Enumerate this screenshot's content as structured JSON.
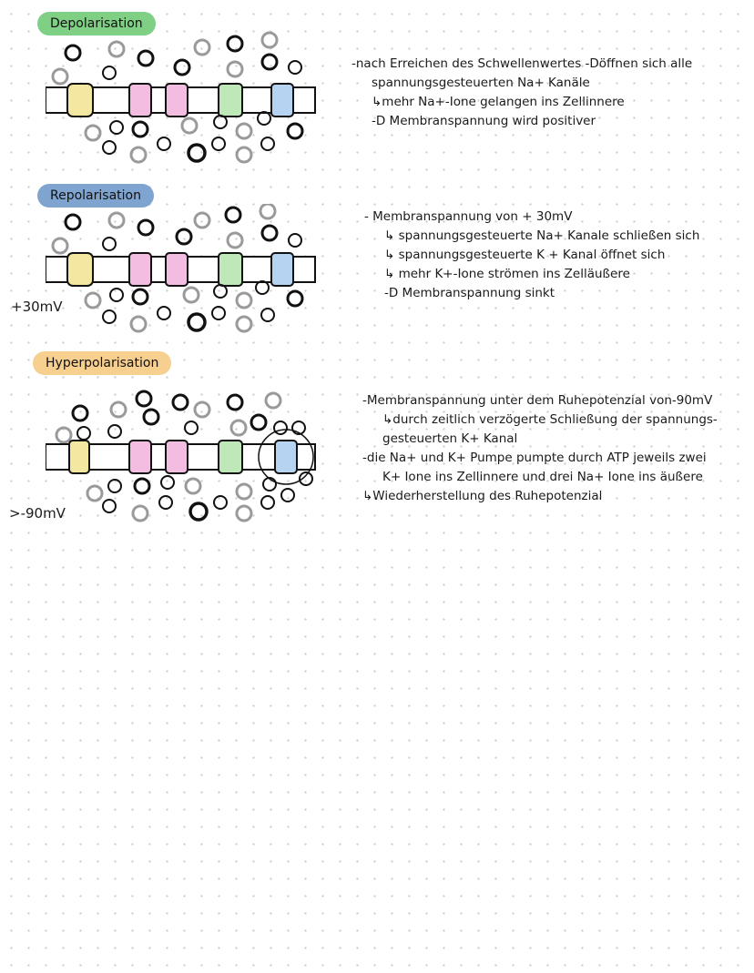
{
  "colors": {
    "depolarisation": "#7fcf84",
    "repolarisation": "#7ea4cf",
    "hyperpolarisation": "#f7cf8e",
    "channel_yellow": "#f4e7a1",
    "channel_pink": "#f2bde0",
    "channel_green": "#bfe8b8",
    "channel_blue": "#b7d3f2",
    "ion_black": "#111111",
    "ion_grey": "#9a9a9a"
  },
  "sections": [
    {
      "title": "Depolarisation",
      "voltage": "",
      "notes": [
        {
          "text": "-nach Erreichen des Schwellenwertes -Döffnen sich alle",
          "indent": false
        },
        {
          "text": "spannungsgesteuerten Na+ Kanäle",
          "indent": true
        },
        {
          "text": "↳mehr Na+-Ione gelangen ins Zellinnere",
          "indent": true
        },
        {
          "text": "-D Membranspannung wird positiver",
          "indent": true
        }
      ]
    },
    {
      "title": "Repolarisation",
      "voltage": "+30mV",
      "notes": [
        {
          "text": "- Membranspannung von + 30mV",
          "indent": false
        },
        {
          "text": "↳ spannungsgesteuerte Na+ Kanale schließen sich",
          "indent": true
        },
        {
          "text": "↳ spannungsgesteuerte K + Kanal öffnet sich",
          "indent": true
        },
        {
          "text": "↳ mehr K+-Ione strömen ins Zelläußere",
          "indent": true
        },
        {
          "text": "-D Membranspannung sinkt",
          "indent": true
        }
      ]
    },
    {
      "title": "Hyperpolarisation",
      "voltage": ">-90mV",
      "notes": [
        {
          "text": "-Membranspannung unter dem Ruhepotenzial von-90mV",
          "indent": false
        },
        {
          "text": "↳durch zeitlich verzögerte Schließung der spannungs-",
          "indent": true
        },
        {
          "text": "gesteuerten K+ Kanal",
          "indent": true
        },
        {
          "text": "-die Na+ und K+ Pumpe pumpte durch ATP jeweils zwei",
          "indent": false
        },
        {
          "text": "K+ Ione ins Zellinnere und drei Na+ Ione ins äußere",
          "indent": true
        },
        {
          "text": "↳Wiederherstellung des Ruhepotenzial",
          "indent": false
        }
      ]
    }
  ]
}
